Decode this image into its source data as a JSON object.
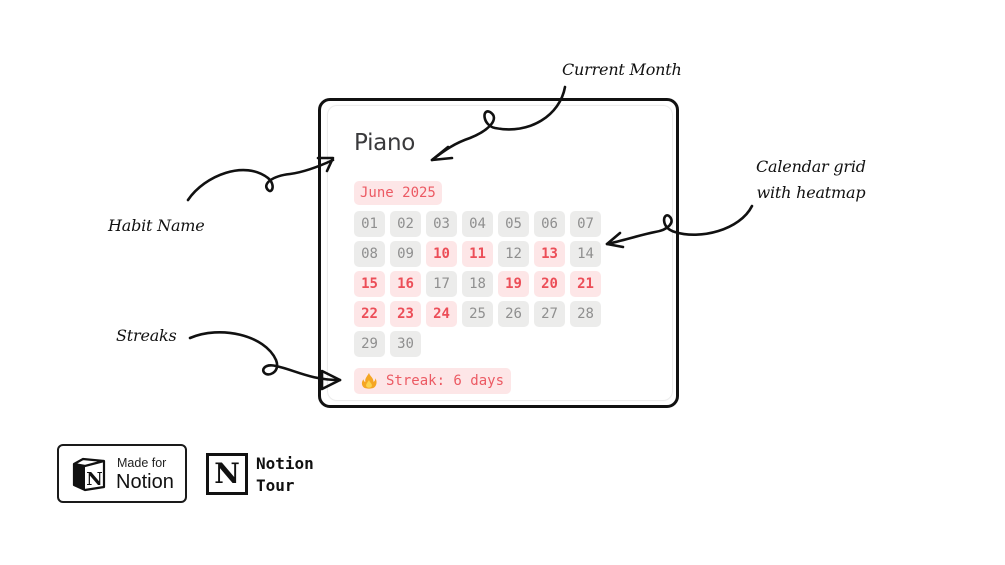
{
  "widget": {
    "habit_name": "Piano",
    "month_label": "June 2025",
    "streak_label": "Streak: 6 days",
    "streak_icon": "fire-icon",
    "days": [
      {
        "label": "01",
        "done": false
      },
      {
        "label": "02",
        "done": false
      },
      {
        "label": "03",
        "done": false
      },
      {
        "label": "04",
        "done": false
      },
      {
        "label": "05",
        "done": false
      },
      {
        "label": "06",
        "done": false
      },
      {
        "label": "07",
        "done": false
      },
      {
        "label": "08",
        "done": false
      },
      {
        "label": "09",
        "done": false
      },
      {
        "label": "10",
        "done": true
      },
      {
        "label": "11",
        "done": true
      },
      {
        "label": "12",
        "done": false
      },
      {
        "label": "13",
        "done": true
      },
      {
        "label": "14",
        "done": false
      },
      {
        "label": "15",
        "done": true
      },
      {
        "label": "16",
        "done": true
      },
      {
        "label": "17",
        "done": false
      },
      {
        "label": "18",
        "done": false
      },
      {
        "label": "19",
        "done": true
      },
      {
        "label": "20",
        "done": true
      },
      {
        "label": "21",
        "done": true
      },
      {
        "label": "22",
        "done": true
      },
      {
        "label": "23",
        "done": true
      },
      {
        "label": "24",
        "done": true
      },
      {
        "label": "25",
        "done": false
      },
      {
        "label": "26",
        "done": false
      },
      {
        "label": "27",
        "done": false
      },
      {
        "label": "28",
        "done": false
      },
      {
        "label": "29",
        "done": false
      },
      {
        "label": "30",
        "done": false
      }
    ]
  },
  "annotations": {
    "current_month": "Current Month",
    "calendar_grid_line1": "Calendar grid",
    "calendar_grid_line2": "with heatmap",
    "habit_name": "Habit Name",
    "streaks": "Streaks"
  },
  "badges": {
    "made_for_small": "Made for",
    "made_for_big": "Notion",
    "logo_letter": "N",
    "tour_line1": "Notion",
    "tour_line2": "Tour"
  },
  "colors": {
    "done_bg": "#fde6e7",
    "done_text": "#ec4e58",
    "off_bg": "#ececeb",
    "off_text": "#8f8f8f",
    "accent": "#ec5a63"
  }
}
